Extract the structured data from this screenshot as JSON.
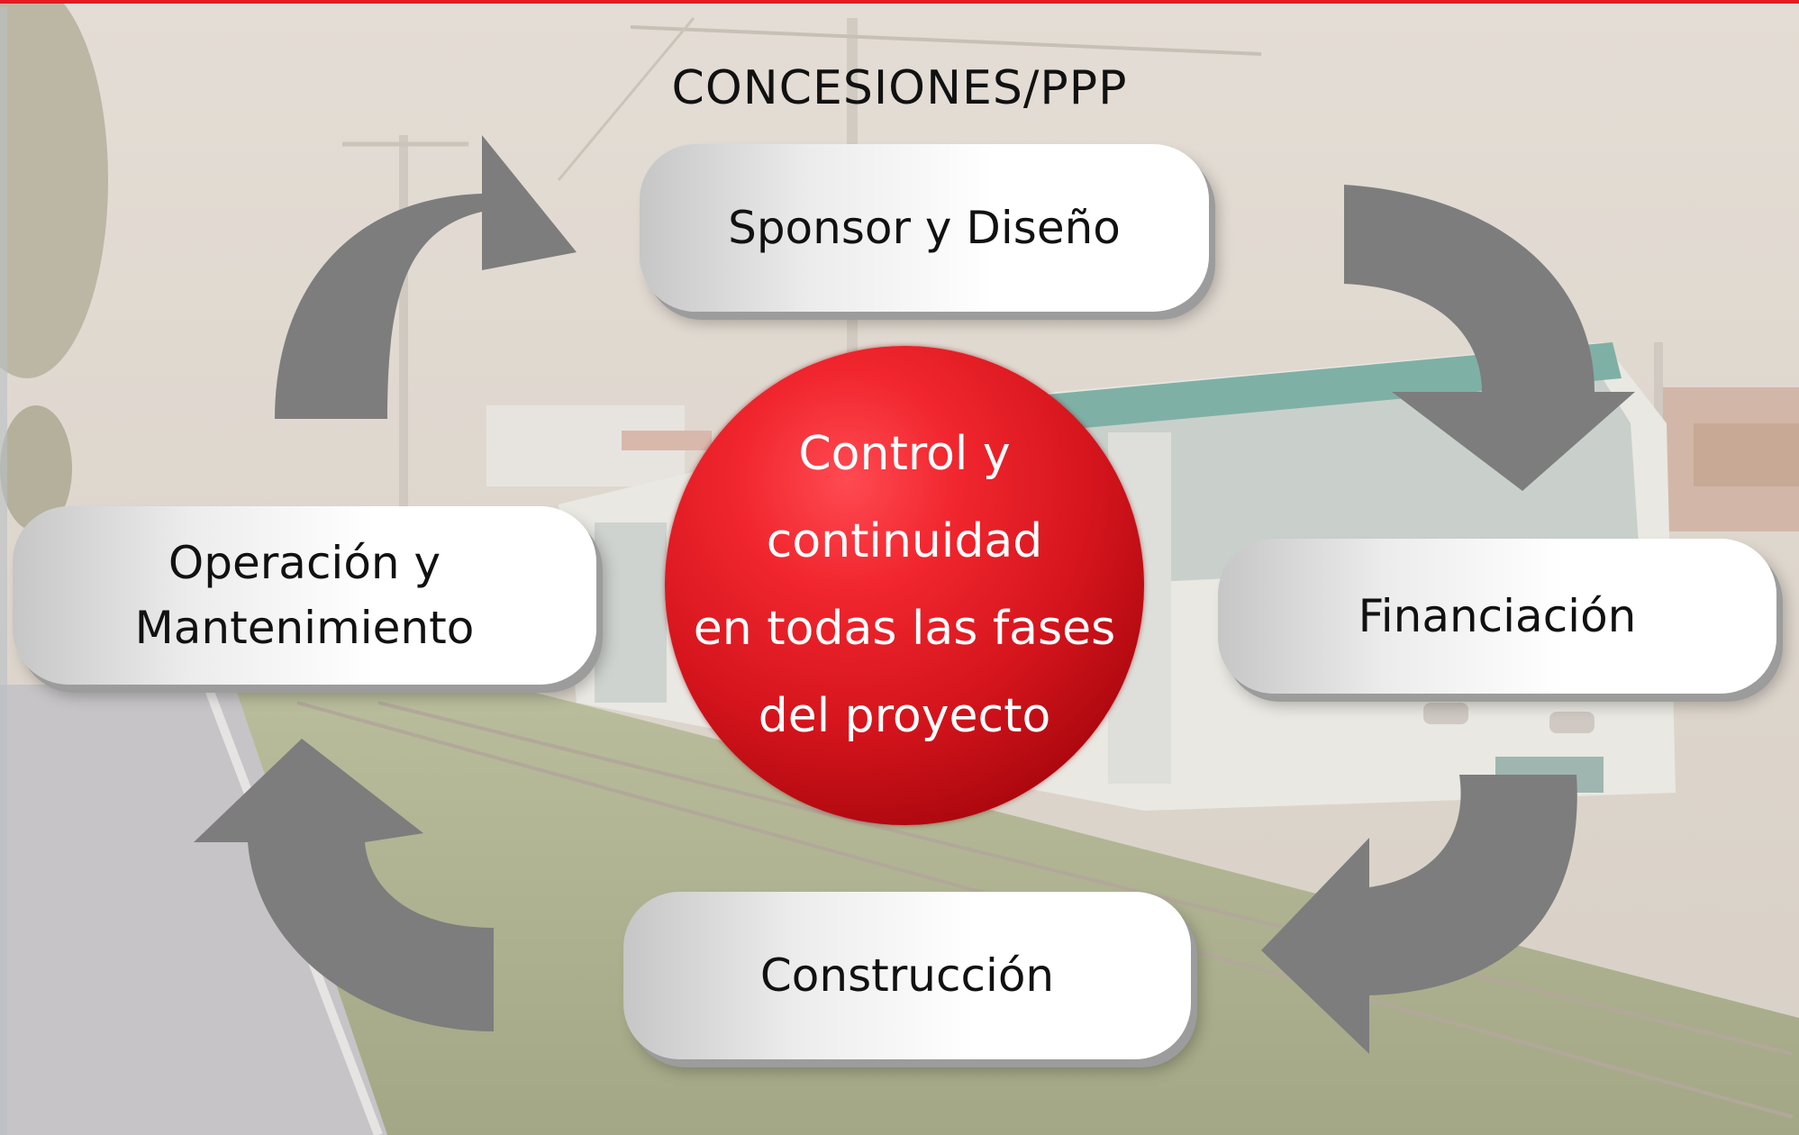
{
  "title": "CONCESIONES/PPP",
  "stages": {
    "sponsor": "Sponsor y Diseño",
    "financiacion": "Financiación",
    "construccion": "Construcción",
    "operacion": [
      "Operación y",
      "Mantenimiento"
    ]
  },
  "center_lines": [
    "Control y",
    "continuidad",
    "en todas las fases",
    "del proyecto"
  ],
  "colors": {
    "accent_red": "#e31b23",
    "arrow_gray": "#7d7d7d",
    "text_dark": "#111111"
  },
  "icons": [
    "cycle-arrow-icon"
  ]
}
